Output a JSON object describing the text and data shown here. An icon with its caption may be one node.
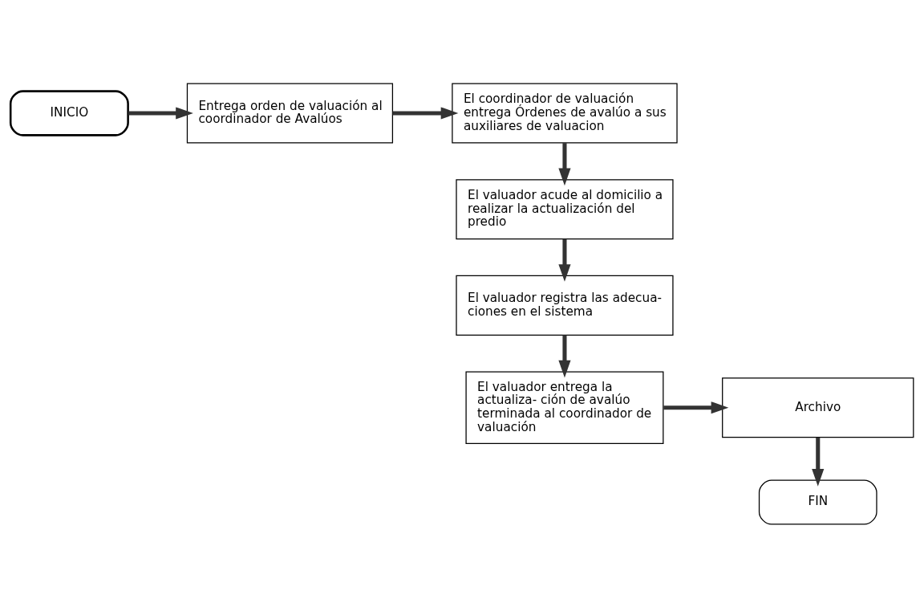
{
  "diagram": {
    "nodes": [
      {
        "text": [
          "INICIO"
        ]
      },
      {
        "text": [
          "Entrega orden de valuación al coordinador de Avalúos"
        ]
      },
      {
        "text": [
          "El coordinador de valuación entrega Órdenes de avalúo a sus auxiliares de valuacion"
        ]
      },
      {
        "text": [
          "El valuador acude al domicilio a realizar la actualización del predio"
        ]
      },
      {
        "text": [
          "El valuador registra las adecua- ciones en el sistema"
        ]
      },
      {
        "text": [
          "El valuador entrega la actualiza- ción de avalúo terminada al coordinador de valuación"
        ]
      },
      {
        "text": [
          "Archivo"
        ]
      },
      {
        "text": [
          "FIN"
        ]
      }
    ],
    "edges": [
      {
        "from": 0,
        "to": 1,
        "arrow": "to"
      },
      {
        "from": 1,
        "to": 2,
        "arrow": "to"
      },
      {
        "from": 2,
        "to": 3,
        "arrow": "to"
      },
      {
        "from": 3,
        "to": 4,
        "arrow": "to"
      },
      {
        "from": 4,
        "to": 5,
        "arrow": "to"
      },
      {
        "from": 5,
        "to": 6,
        "arrow": "to"
      },
      {
        "from": 6,
        "to": 7,
        "arrow": "to"
      }
    ]
  }
}
